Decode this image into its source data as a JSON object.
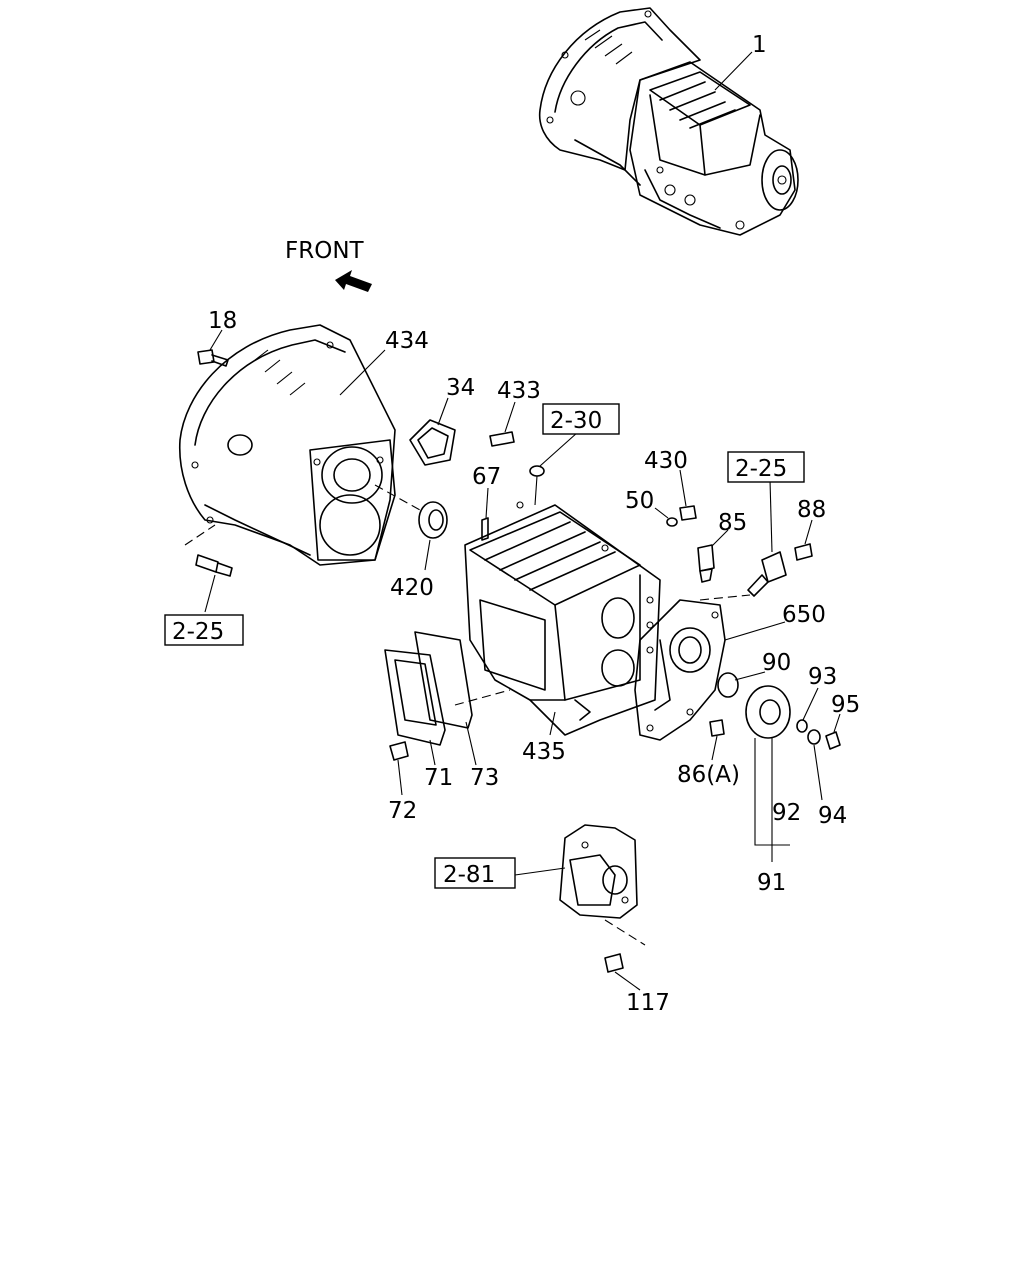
{
  "diagram": {
    "direction_label": "FRONT",
    "parts": [
      {
        "id": "p1",
        "label": "1"
      },
      {
        "id": "p18",
        "label": "18"
      },
      {
        "id": "p434",
        "label": "434"
      },
      {
        "id": "p34",
        "label": "34"
      },
      {
        "id": "p433",
        "label": "433"
      },
      {
        "id": "p430",
        "label": "430"
      },
      {
        "id": "p67",
        "label": "67"
      },
      {
        "id": "p50",
        "label": "50"
      },
      {
        "id": "p85",
        "label": "85"
      },
      {
        "id": "p88",
        "label": "88"
      },
      {
        "id": "p420",
        "label": "420"
      },
      {
        "id": "p650",
        "label": "650"
      },
      {
        "id": "p90",
        "label": "90"
      },
      {
        "id": "p93",
        "label": "93"
      },
      {
        "id": "p95",
        "label": "95"
      },
      {
        "id": "p435",
        "label": "435"
      },
      {
        "id": "p86",
        "label": "86(A)"
      },
      {
        "id": "p71",
        "label": "71"
      },
      {
        "id": "p73",
        "label": "73"
      },
      {
        "id": "p72",
        "label": "72"
      },
      {
        "id": "p92",
        "label": "92"
      },
      {
        "id": "p94",
        "label": "94"
      },
      {
        "id": "p91",
        "label": "91"
      },
      {
        "id": "p117",
        "label": "117"
      }
    ],
    "references": [
      {
        "id": "r230",
        "label": "2-30"
      },
      {
        "id": "r225a",
        "label": "2-25"
      },
      {
        "id": "r225b",
        "label": "2-25"
      },
      {
        "id": "r281",
        "label": "2-81"
      }
    ]
  }
}
